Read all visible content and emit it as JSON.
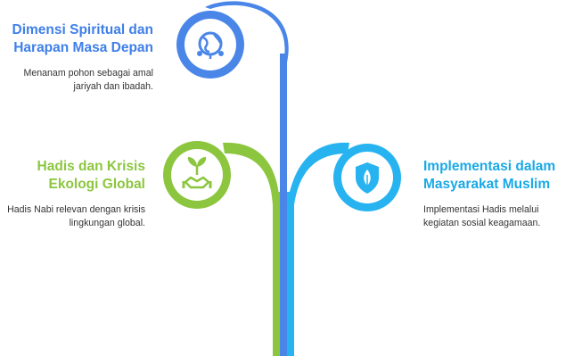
{
  "colors": {
    "blue": "#4a86e8",
    "green": "#8cc63f",
    "cyan": "#27b3f0",
    "dark": "#1e3a5f"
  },
  "branches": [
    {
      "id": "top",
      "title": "Dimensi Spiritual dan Harapan Masa Depan",
      "description": "Menanam pohon sebagai amal jariyah dan ibadah.",
      "icon": "globe-icon",
      "color": "#4a86e8"
    },
    {
      "id": "left",
      "title": "Hadis dan Krisis Ekologi Global",
      "description": "Hadis Nabi relevan dengan krisis lingkungan global.",
      "icon": "seedling-handshake-icon",
      "color": "#8cc63f"
    },
    {
      "id": "right",
      "title": "Implementasi dalam Masyarakat Muslim",
      "description": "Implementasi Hadis melalui kegiatan sosial keagamaan.",
      "icon": "leaf-shield-icon",
      "color": "#27b3f0"
    }
  ]
}
